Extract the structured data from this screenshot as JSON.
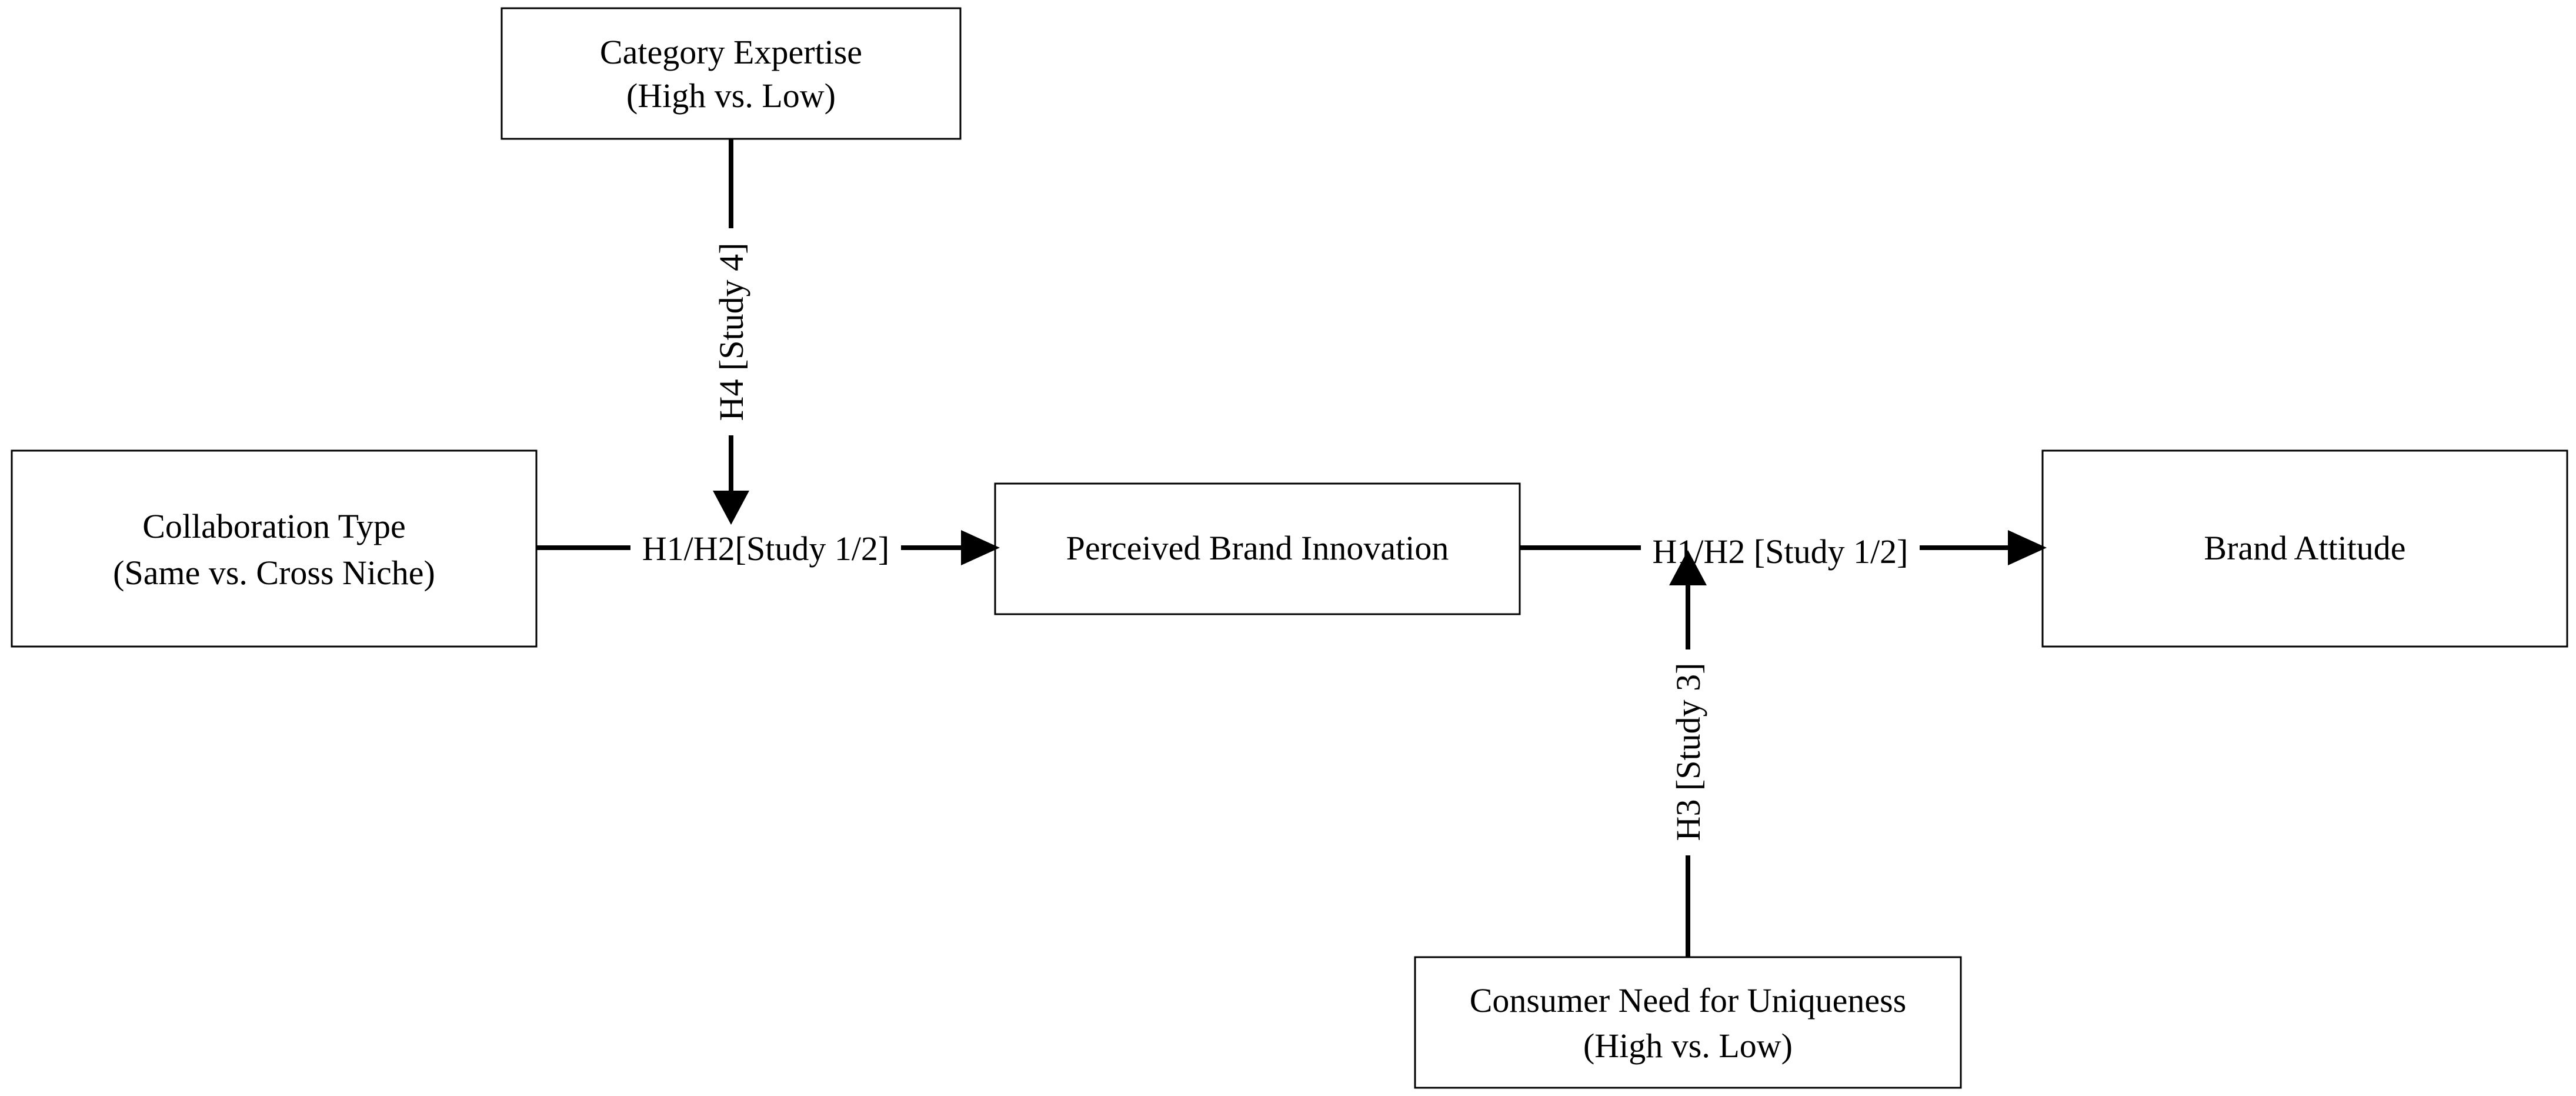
{
  "nodes": {
    "category_expertise": {
      "line1": "Category Expertise",
      "line2": "(High vs. Low)"
    },
    "collaboration_type": {
      "line1": "Collaboration Type",
      "line2": "(Same vs. Cross Niche)"
    },
    "perceived_brand_innovation": {
      "label": "Perceived Brand Innovation"
    },
    "brand_attitude": {
      "label": "Brand Attitude"
    },
    "consumer_need_for_uniqueness": {
      "line1": "Consumer Need for Uniqueness",
      "line2": "(High vs. Low)"
    }
  },
  "edges": {
    "collab_to_innovation": "H1/H2[Study 1/2]",
    "innovation_to_attitude": "H1/H2 [Study 1/2]",
    "expertise_moderation": "H4 [Study 4]",
    "uniqueness_moderation": "H3 [Study 3]"
  },
  "colors": {
    "stroke": "#000000",
    "background": "#ffffff"
  }
}
